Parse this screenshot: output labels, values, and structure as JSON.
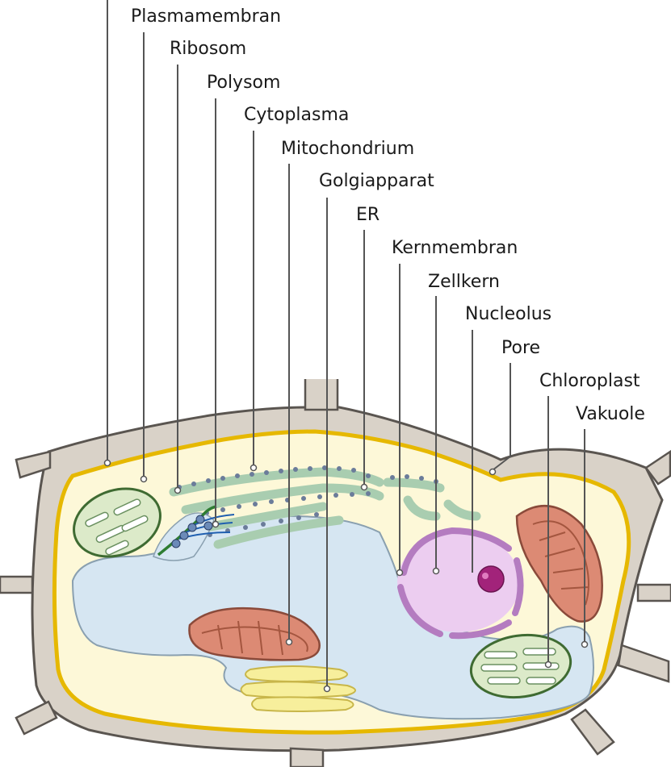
{
  "labels": {
    "plasmamembran": "Plasmamembran",
    "ribosom": "Ribosom",
    "polysom": "Polysom",
    "cytoplasma": "Cytoplasma",
    "mitochondrium": "Mitochondrium",
    "golgiapparat": "Golgiapparat",
    "er": "ER",
    "kernmembran": "Kernmembran",
    "zellkern": "Zellkern",
    "nucleolus": "Nucleolus",
    "pore": "Pore",
    "chloroplast": "Chloroplast",
    "vakuole": "Vakuole"
  },
  "colors": {
    "cell_wall": "#d9d2c8",
    "cell_wall_outline": "#5a5550",
    "plasma_membrane": "#e6b800",
    "cytoplasm": "#fdf8d8",
    "vacuole": "#d6e6f2",
    "nucleus": "#eccdf0",
    "nuclear_membrane": "#b47cc0",
    "nucleolus": "#a2237a",
    "er": "#a9cdb0",
    "ribosome": "#6b7c9a",
    "mitochondrion": "#dc8a74",
    "chloroplast": "#dceac9",
    "golgi": "#f7ef9c",
    "polysome_strand": "#1f5fb0",
    "leader_line": "#555555"
  }
}
